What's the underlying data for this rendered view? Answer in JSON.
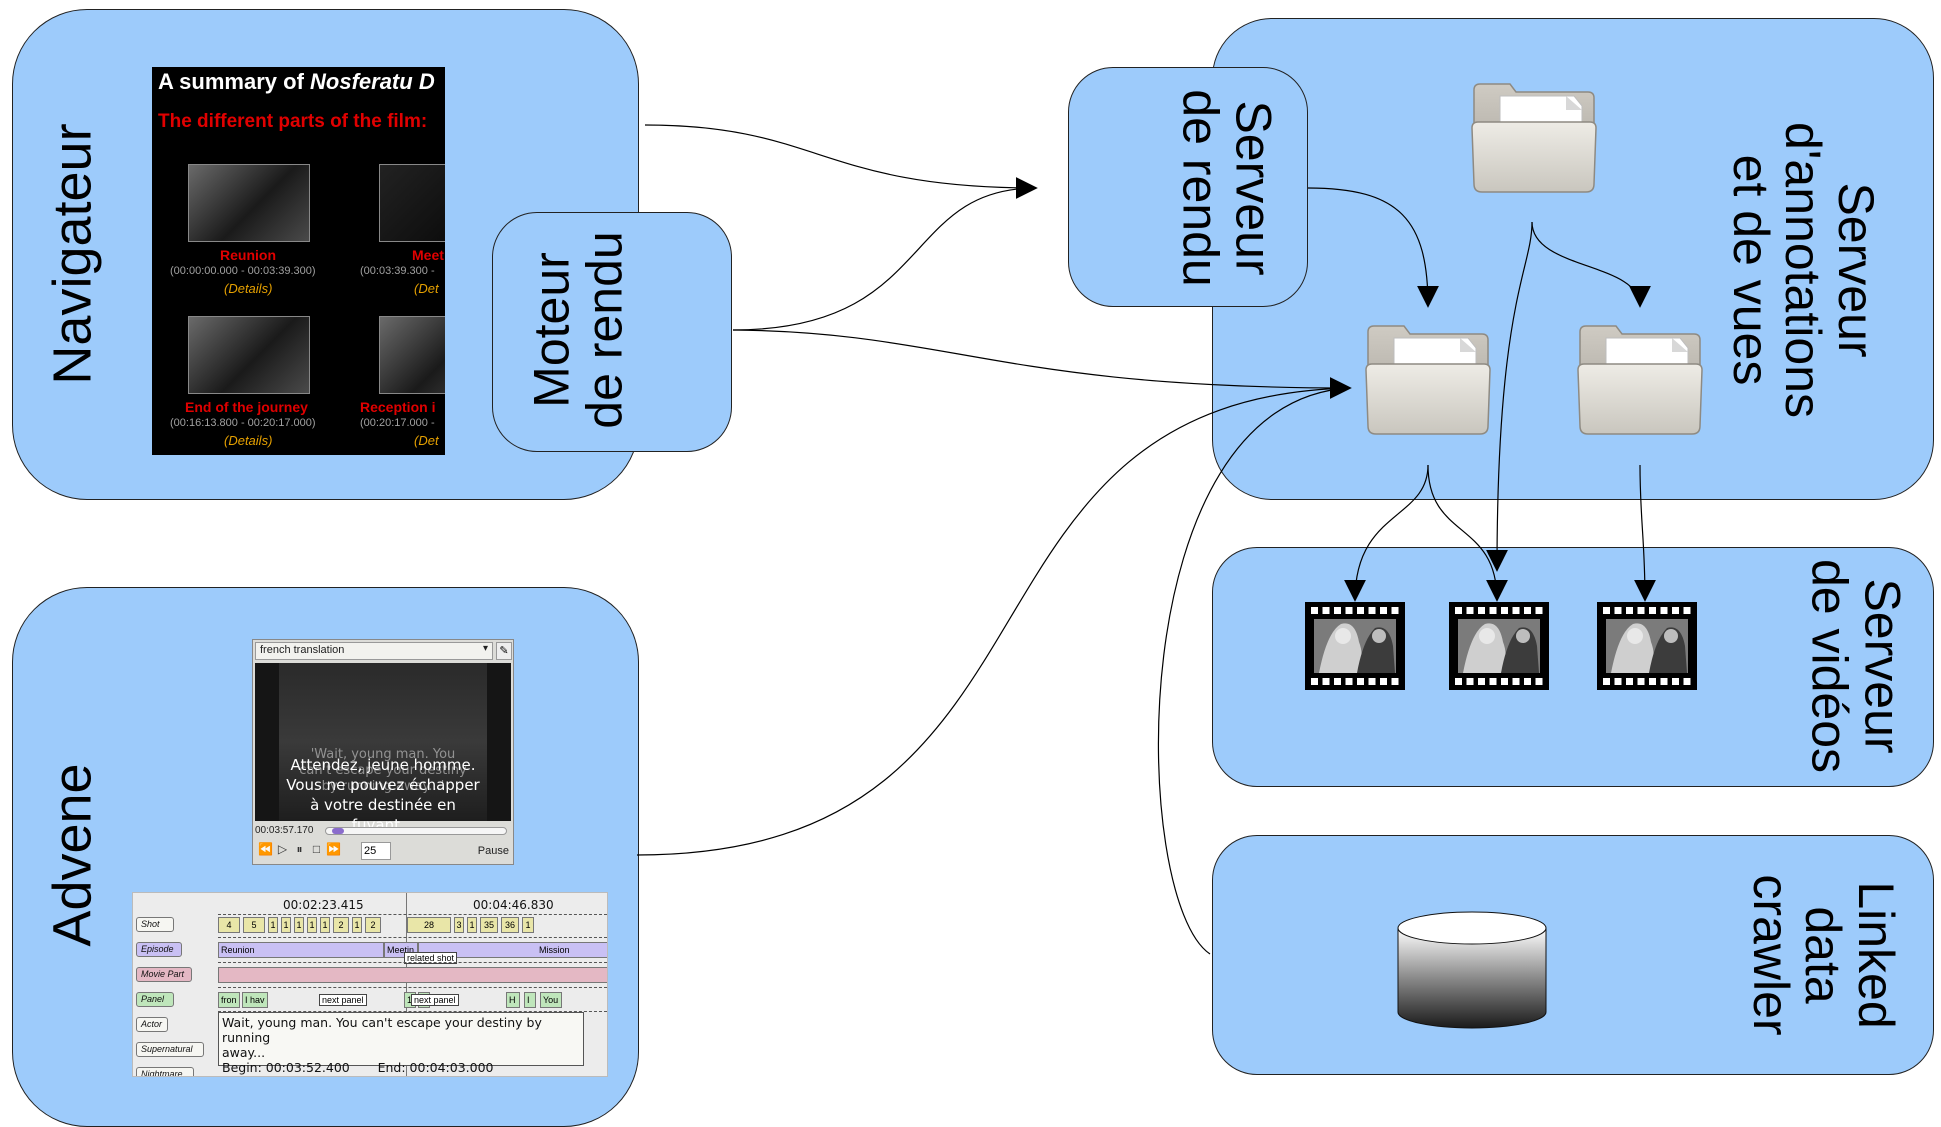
{
  "boxes": {
    "navigateur": "Navigateur",
    "moteur": [
      "Moteur",
      "de rendu"
    ],
    "serveur_rendu": [
      "Serveur",
      "de rendu"
    ],
    "annotations": [
      "Serveur",
      "d'annotations",
      "et de vues"
    ],
    "videos": [
      "Serveur",
      "de vidéos"
    ],
    "linked": [
      "Linked",
      "data",
      "crawler"
    ],
    "advene": "Advene"
  },
  "navigator_page": {
    "title_prefix": "A summary of ",
    "title_italic": "Nosferatu D",
    "subtitle": "The different parts of the film:",
    "parts": [
      {
        "name": "Reunion",
        "time": "(00:00:00.000 - 00:03:39.300)",
        "details": "(Details)"
      },
      {
        "name": "Meet",
        "time": "(00:03:39.300 -",
        "details": "(Det"
      },
      {
        "name": "End of the journey",
        "time": "(00:16:13.800 - 00:20:17.000)",
        "details": "(Details)"
      },
      {
        "name": "Reception i",
        "time": "(00:20:17.000 -",
        "details": "(Det"
      }
    ]
  },
  "player": {
    "dropdown": "french translation",
    "subtitle_en": [
      "'Wait, young man. You",
      "can't escape your destiny",
      "by running away...'"
    ],
    "subtitle_fr": [
      "Attendez, jeune homme.",
      "Vous ne pouvez échapper",
      "à votre destinée en",
      "fuyant..."
    ],
    "time": "00:03:57.170",
    "spin_value": "25",
    "state": "Pause"
  },
  "timeline": {
    "times": [
      "00:02:23.415",
      "00:04:46.830"
    ],
    "types": [
      "Shot",
      "Episode",
      "Movie Part",
      "Panel",
      "Actor",
      "Supernatural",
      "Nightmare"
    ],
    "shots": [
      "4",
      "5",
      "1",
      "1",
      "1",
      "1",
      "1",
      "2",
      "1",
      "2",
      "28",
      "3",
      "1",
      "35",
      "36",
      "1"
    ],
    "episodes": [
      "Reunion",
      "Meetin",
      "Mission"
    ],
    "panels": [
      "fron",
      "I hav",
      "1",
      "1",
      "H",
      "I",
      "You"
    ],
    "notes": {
      "related": "related shot",
      "next1": "next panel",
      "next2": "next panel"
    },
    "tooltip": [
      "Wait, young man. You can't escape your destiny by running",
      "away...",
      "Begin: 00:03:52.400",
      "End: 00:04:03.000"
    ]
  }
}
